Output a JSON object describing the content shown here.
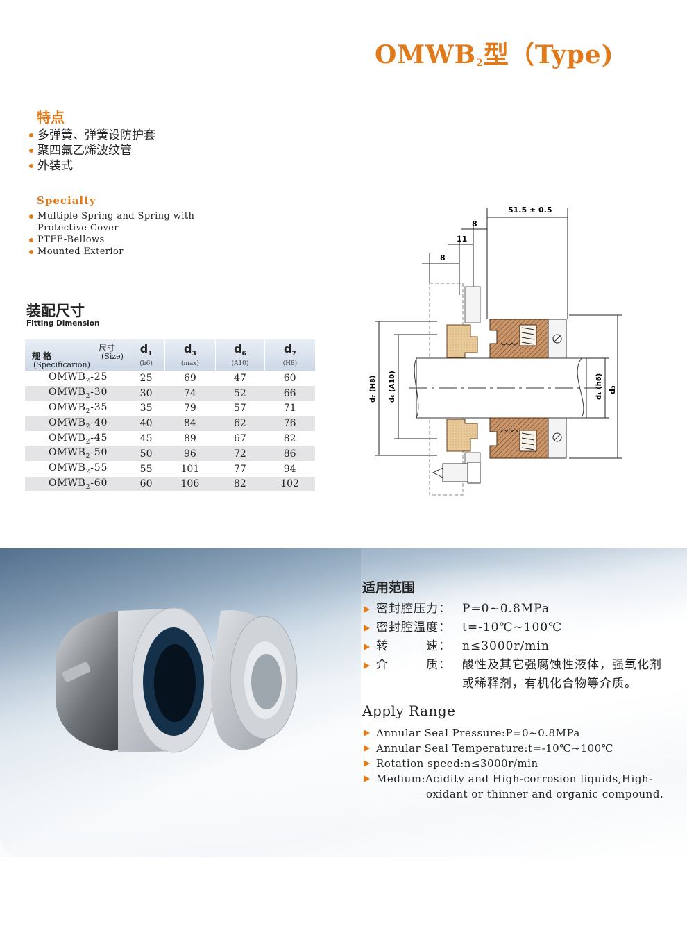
{
  "title": {
    "main": "OMWB",
    "sub": "2",
    "suffix": "型（Type)"
  },
  "features_cn": {
    "heading": "特点",
    "items": [
      "多弹簧、弹簧设防护套",
      "聚四氟乙烯波纹管",
      "外装式"
    ]
  },
  "features_en": {
    "heading": "Specialty",
    "items": [
      "Multiple Spring and Spring with",
      "Protective Cover",
      "PTFE-Bellows",
      "Mounted Exterior"
    ]
  },
  "fitting": {
    "heading_cn": "装配尺寸",
    "heading_en": "Fitting Dimension",
    "corner": {
      "size_cn": "尺寸",
      "size_en": "(Size)",
      "spec_cn": "规 格",
      "spec_en": "(Specificarion)"
    },
    "columns": [
      {
        "name": "d",
        "sub": "1",
        "note": "(h6)"
      },
      {
        "name": "d",
        "sub": "3",
        "note": "(max)"
      },
      {
        "name": "d",
        "sub": "6",
        "note": "(A10)"
      },
      {
        "name": "d",
        "sub": "7",
        "note": "(H8)"
      }
    ],
    "rows": [
      {
        "model": "OMWB",
        "sub": "2",
        "size": "-25",
        "values": [
          "25",
          "69",
          "47",
          "60"
        ]
      },
      {
        "model": "OMWB",
        "sub": "2",
        "size": "-30",
        "values": [
          "30",
          "74",
          "52",
          "66"
        ]
      },
      {
        "model": "OMWB",
        "sub": "2",
        "size": "-35",
        "values": [
          "35",
          "79",
          "57",
          "71"
        ]
      },
      {
        "model": "OMWB",
        "sub": "2",
        "size": "-40",
        "values": [
          "40",
          "84",
          "62",
          "76"
        ]
      },
      {
        "model": "OMWB",
        "sub": "2",
        "size": "-45",
        "values": [
          "45",
          "89",
          "67",
          "82"
        ]
      },
      {
        "model": "OMWB",
        "sub": "2",
        "size": "-50",
        "values": [
          "50",
          "96",
          "72",
          "86"
        ]
      },
      {
        "model": "OMWB",
        "sub": "2",
        "size": "-55",
        "values": [
          "55",
          "101",
          "77",
          "94"
        ]
      },
      {
        "model": "OMWB",
        "sub": "2",
        "size": "-60",
        "values": [
          "60",
          "106",
          "82",
          "102"
        ]
      }
    ]
  },
  "diagram": {
    "dim_total": "51.5 ± 0.5",
    "dim_a": "8",
    "dim_b": "11",
    "dim_c": "8",
    "label_d7": "d₇ (H8)",
    "label_d6": "d₆ (A10)",
    "label_d1": "d₁ (h6)",
    "label_d3": "d₃"
  },
  "apply_cn": {
    "heading": "适用范围",
    "pressure_label": "密封腔压力：",
    "pressure_value": "P=0~0.8MPa",
    "temp_label": "密封腔温度：",
    "temp_value": "t=-10℃~100℃",
    "speed_label": "转　　　速：",
    "speed_value": "n≤3000r/min",
    "medium_label": "介　　　质：",
    "medium_value": "酸性及其它强腐蚀性液体，强氧化剂",
    "medium_value2": "或稀释剂，有机化合物等介质。"
  },
  "apply_en": {
    "heading": "Apply Range",
    "items": [
      "Annular Seal Pressure:P=0~0.8MPa",
      "Annular Seal Temperature:t=-10℃~100℃",
      "Rotation speed:n≤3000r/min",
      "Medium:Acidity and High-corrosion liquids,High-"
    ],
    "medium_cont": "oxidant or thinner and organic compound."
  },
  "colors": {
    "accent": "#e07a1a",
    "table_header": "#cdd8e6",
    "row_alt": "#e4e4e6",
    "bellows": "#e8c99a",
    "ring": "#b07a4a"
  }
}
